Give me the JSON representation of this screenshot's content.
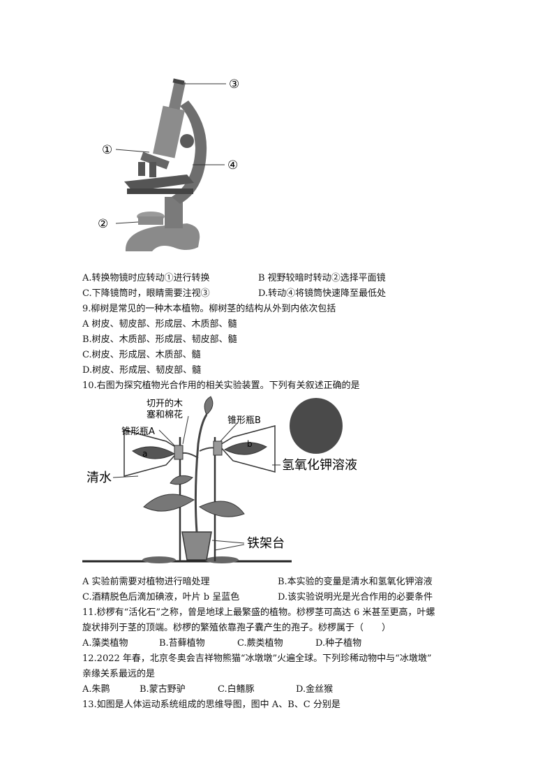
{
  "figure1": {
    "callouts": [
      "①",
      "②",
      "③",
      "④"
    ]
  },
  "q8_options": {
    "A": "A.转换物镜时应转动①进行转换",
    "B": "B 视野较暗时转动②选择平面镜",
    "C": "C.下降镜筒时，眼睛需要注视③",
    "D": "D.转动④将镜筒快速降至最低处"
  },
  "q9": {
    "stem": "9.柳树是常见的一种木本植物。柳树茎的结构从外到内依次包括",
    "options": [
      "A 树皮、韧皮部、形成层、木质部、髓",
      "B.树皮、木质部、形成层、韧皮部、髓",
      "C.树皮、形成层、木质部、髓",
      "D.树皮、形成层、韧皮部、髓"
    ]
  },
  "q10": {
    "stem": "10.右图为探究植物光合作用的相关实验装置。下列有关叙述正确的是",
    "figure_labels": {
      "cork_line1": "切开的木",
      "cork_line2": "塞和棉花",
      "flask_a": "锥形瓶A",
      "flask_b": "锥形瓶B",
      "leaf_a": "a",
      "leaf_b": "b",
      "water": "清水",
      "koh": "氢氧化钾溶液",
      "stand": "铁架台"
    },
    "options": {
      "A": "A 实验前需要对植物进行暗处理",
      "B": "B.本实验的变量是清水和氢氧化钾溶液",
      "C": "C.酒精脱色后滴加碘液，叶片 b 呈蓝色",
      "D": "D.该实验说明光是光合作用的必要条件"
    }
  },
  "q11": {
    "line1": "11.桫椤有“活化石”之称，曾是地球上最繁盛的植物。桫椤茎可高达 6 米甚至更高，叶螺",
    "line2": "旋状排列于茎的顶端。桫椤的繁殖依靠孢子囊产生的孢子。桫椤属于（　　）",
    "options": [
      "A.藻类植物",
      "B.苔藓植物",
      "C.蕨类植物",
      "D.种子植物"
    ]
  },
  "q12": {
    "line1": "12.2022 年春，北京冬奥会吉祥物熊猫“冰墩墩”火遍全球。下列珍稀动物中与“冰墩墩”",
    "line2": "亲缘关系最远的是",
    "options": [
      "A.朱鹮",
      "B.蒙古野驴",
      "C.白鳍豚",
      "D.金丝猴"
    ]
  },
  "q13": {
    "stem": "13.如图是人体运动系统组成的思维导图，图中 A、B、C 分别是"
  }
}
